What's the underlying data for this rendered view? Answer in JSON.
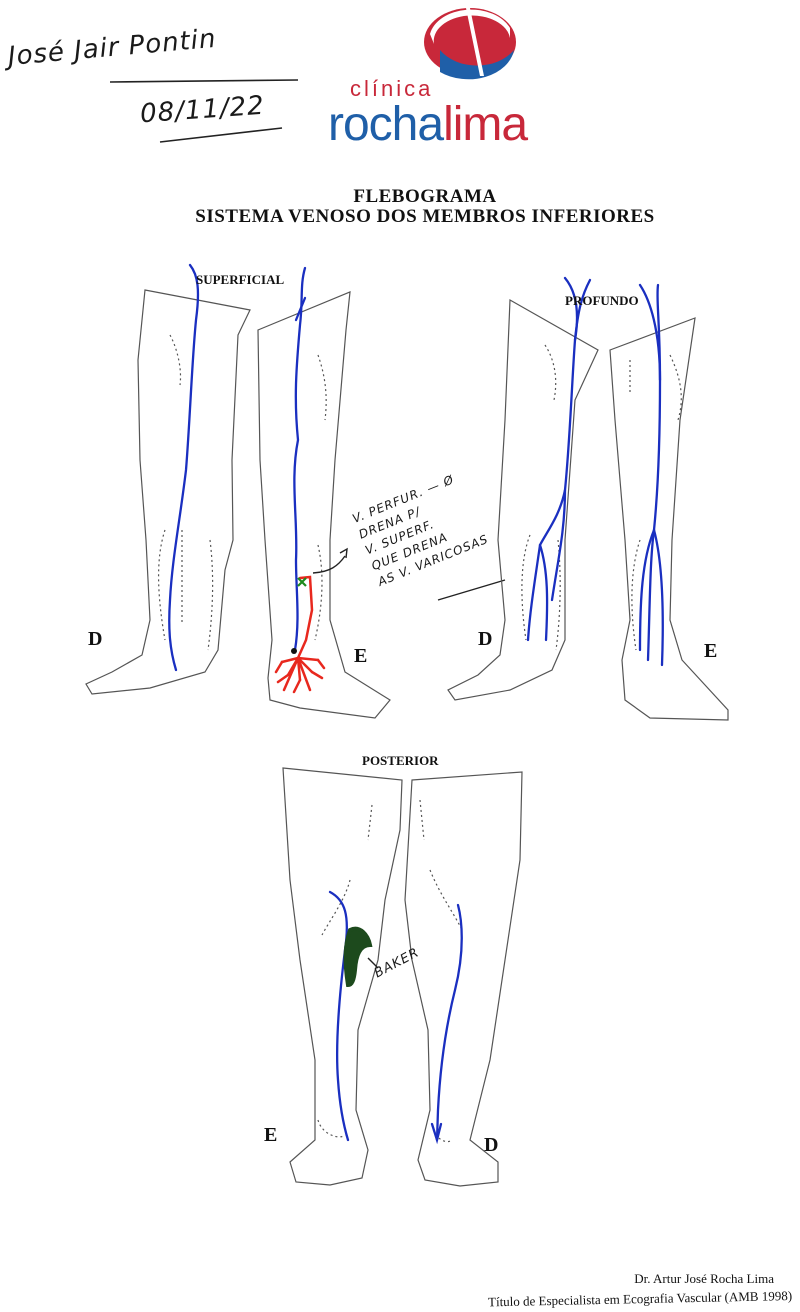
{
  "header": {
    "patient_name": "José Jair Pontin",
    "date": "08/11/22",
    "clinic_small": "clínica",
    "clinic_name_a": "rocha",
    "clinic_name_b": "lima"
  },
  "title": {
    "line1": "FLEBOGRAMA",
    "line2": "SISTEMA VENOSO DOS MEMBROS INFERIORES"
  },
  "sections": {
    "superficial": "SUPERFICIAL",
    "profundo": "PROFUNDO",
    "posterior": "POSTERIOR"
  },
  "side_labels": {
    "sup_right": "D",
    "sup_left": "E",
    "prof_right": "D",
    "prof_left": "E",
    "post_left": "E",
    "post_right": "D"
  },
  "annotations": {
    "perforator_lines": [
      "V. PERFUR. — Ø",
      "DRENA P/",
      "V. SUPERF.",
      "QUE DRENA",
      "AS V. VARICOSAS"
    ],
    "baker": "BAKER"
  },
  "colors": {
    "vein_blue": "#1a2fc0",
    "varicose_red": "#e8281e",
    "baker_green": "#1d4a1d",
    "logo_red": "#c8283a",
    "logo_blue": "#1f5fa8",
    "outline": "#555555"
  },
  "footer": {
    "doctor": "Dr. Artur José Rocha Lima",
    "credential": "Título de Especialista em Ecografia Vascular (AMB 1998)"
  }
}
